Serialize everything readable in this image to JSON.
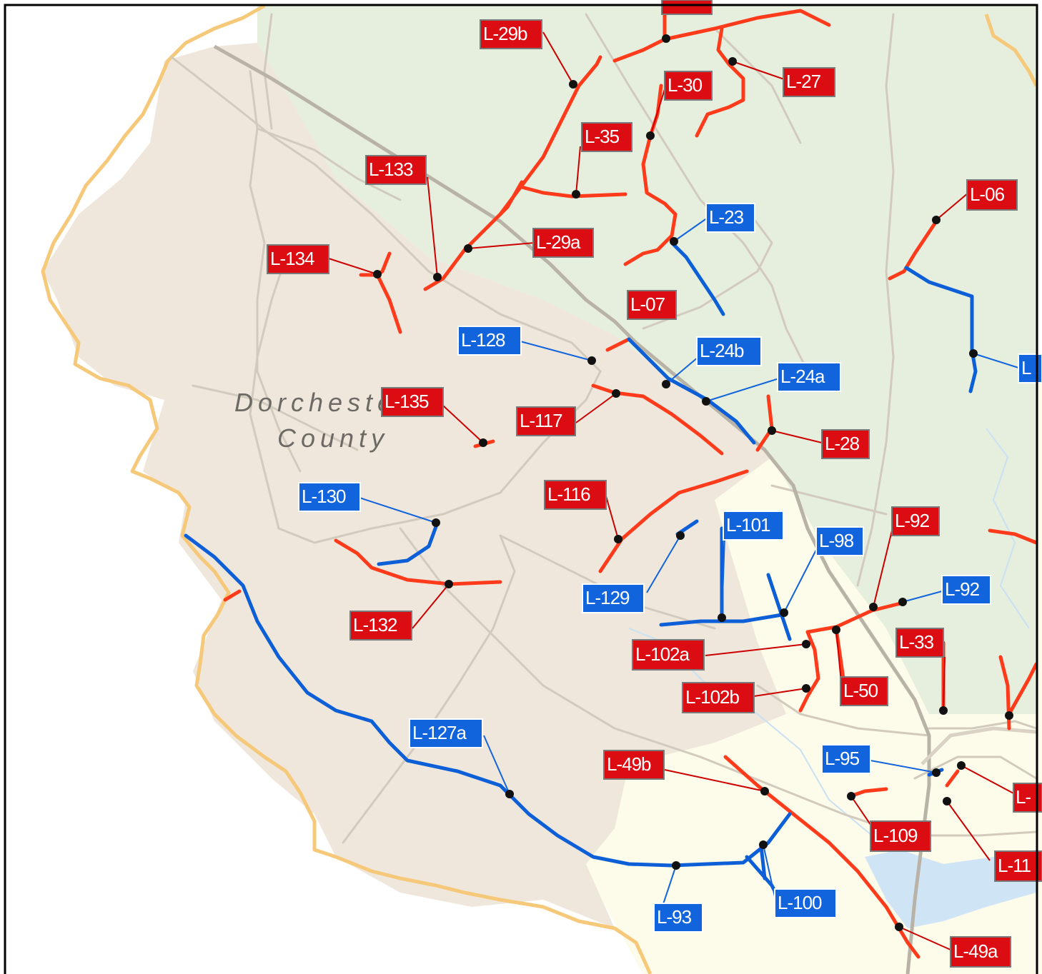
{
  "map": {
    "county_name_line1": "Dorchester",
    "county_name_line2": "County",
    "colors": {
      "county_fill": "#efe7dc",
      "north_fill": "#e6efde",
      "east_fill": "#fdfbe9",
      "county_border": "#f6c879",
      "road": "#cdc6b8",
      "highway": "#b9b3a7",
      "water": "#cce4f4",
      "red_line": "#ff3b1c",
      "blue_line": "#0c5fd6",
      "red_label": "#dc0d12",
      "blue_label": "#1264dc",
      "leader_red": "#cc0000",
      "leader_blue": "#1264dc",
      "frame": "#000000"
    },
    "labels": [
      {
        "text": "L-29b",
        "kind": "red"
      },
      {
        "text": "L-27",
        "kind": "red"
      },
      {
        "text": "L-30",
        "kind": "red"
      },
      {
        "text": "L-35",
        "kind": "red"
      },
      {
        "text": "L-133",
        "kind": "red"
      },
      {
        "text": "L-06",
        "kind": "red"
      },
      {
        "text": "L-23",
        "kind": "blue"
      },
      {
        "text": "L-29a",
        "kind": "red"
      },
      {
        "text": "L-134",
        "kind": "red"
      },
      {
        "text": "L-07",
        "kind": "red"
      },
      {
        "text": "L-128",
        "kind": "blue"
      },
      {
        "text": "L-24b",
        "kind": "blue"
      },
      {
        "text": "L-24a",
        "kind": "blue"
      },
      {
        "text": "L-135",
        "kind": "red"
      },
      {
        "text": "L-117",
        "kind": "red"
      },
      {
        "text": "L-28",
        "kind": "red"
      },
      {
        "text": "L-116",
        "kind": "red"
      },
      {
        "text": "L-130",
        "kind": "blue"
      },
      {
        "text": "L-101",
        "kind": "blue"
      },
      {
        "text": "L-92",
        "kind": "red"
      },
      {
        "text": "L-98",
        "kind": "blue"
      },
      {
        "text": "L-92",
        "kind": "blue"
      },
      {
        "text": "L-129",
        "kind": "blue"
      },
      {
        "text": "L-132",
        "kind": "red"
      },
      {
        "text": "L-33",
        "kind": "red"
      },
      {
        "text": "L-102a",
        "kind": "red"
      },
      {
        "text": "L-102b",
        "kind": "red"
      },
      {
        "text": "L-50",
        "kind": "red"
      },
      {
        "text": "L-127a",
        "kind": "blue"
      },
      {
        "text": "L-95",
        "kind": "blue"
      },
      {
        "text": "L-49b",
        "kind": "red"
      },
      {
        "text": "L-109",
        "kind": "red"
      },
      {
        "text": "L-11",
        "kind": "red"
      },
      {
        "text": "L-100",
        "kind": "blue"
      },
      {
        "text": "L-93",
        "kind": "blue"
      },
      {
        "text": "L-49a",
        "kind": "red"
      },
      {
        "text": "L",
        "kind": "blue"
      },
      {
        "text": "L-",
        "kind": "red"
      }
    ]
  }
}
